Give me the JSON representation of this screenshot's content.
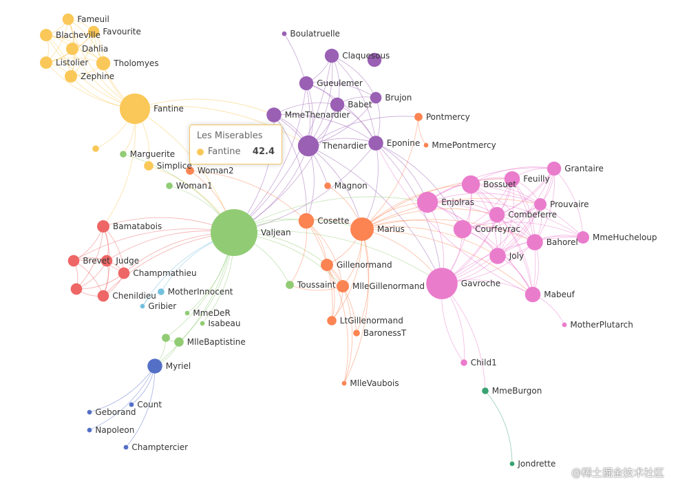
{
  "chart_data": {
    "type": "graph",
    "title": "",
    "colors": {
      "c0": "#91cc75",
      "c1": "#5470c6",
      "c2": "#fac858",
      "c3": "#ee6666",
      "c4": "#73c0de",
      "c5": "#9a60b4",
      "c6": "#fc8452",
      "c7": "#ea7ccc",
      "c8": "#3ba272"
    },
    "nodes": [
      {
        "name": "Fameuil",
        "c": "c2",
        "v": 6
      },
      {
        "name": "Favourite",
        "c": "c2",
        "v": 6
      },
      {
        "name": "Blacheville",
        "c": "c2",
        "v": 7
      },
      {
        "name": "Dahlia",
        "c": "c2",
        "v": 7
      },
      {
        "name": "Listolier",
        "c": "c2",
        "v": 7
      },
      {
        "name": "Tholomyes",
        "c": "c2",
        "v": 9
      },
      {
        "name": "Zephine",
        "c": "c2",
        "v": 7
      },
      {
        "name": "Fantine",
        "c": "c2",
        "v": 42.4
      },
      {
        "name": "Marguerite",
        "c": "c0",
        "v": 2
      },
      {
        "name": "Simplice",
        "c": "c2",
        "v": 4
      },
      {
        "name": "Woman2",
        "c": "c6",
        "v": 3
      },
      {
        "name": "Woman1",
        "c": "c0",
        "v": 2
      },
      {
        "name": "Boulatruelle",
        "c": "c5",
        "v": 1
      },
      {
        "name": "Claquesous",
        "c": "c5",
        "v": 9
      },
      {
        "name": "Gueulemer",
        "c": "c5",
        "v": 9
      },
      {
        "name": "Babet",
        "c": "c5",
        "v": 9
      },
      {
        "name": "Brujon",
        "c": "c5",
        "v": 6
      },
      {
        "name": "MmeThenardier",
        "c": "c5",
        "v": 10
      },
      {
        "name": "Thenardier",
        "c": "c5",
        "v": 20
      },
      {
        "name": "Eponine",
        "c": "c5",
        "v": 10
      },
      {
        "name": "Pontmercy",
        "c": "c6",
        "v": 3
      },
      {
        "name": "MmePontmercy",
        "c": "c6",
        "v": 1
      },
      {
        "name": "Magnon",
        "c": "c6",
        "v": 2
      },
      {
        "name": "Bamatabois",
        "c": "c3",
        "v": 7
      },
      {
        "name": "Valjean",
        "c": "c0",
        "v": 100
      },
      {
        "name": "Cosette",
        "c": "c6",
        "v": 11
      },
      {
        "name": "Marius",
        "c": "c6",
        "v": 25
      },
      {
        "name": "Brevet",
        "c": "c3",
        "v": 6
      },
      {
        "name": "Judge",
        "c": "c3",
        "v": 6
      },
      {
        "name": "Champmathieu",
        "c": "c3",
        "v": 6
      },
      {
        "name": "Chenildieu",
        "c": "c3",
        "v": 6
      },
      {
        "name": "MotherInnocent",
        "c": "c4",
        "v": 2
      },
      {
        "name": "Gribier",
        "c": "c4",
        "v": 1
      },
      {
        "name": "Gillenormand",
        "c": "c6",
        "v": 7
      },
      {
        "name": "Toussaint",
        "c": "c0",
        "v": 3
      },
      {
        "name": "MlleGillenormand",
        "c": "c6",
        "v": 7
      },
      {
        "name": "LtGillenormand",
        "c": "c6",
        "v": 4
      },
      {
        "name": "BaronessT",
        "c": "c6",
        "v": 2
      },
      {
        "name": "MlleVaubois",
        "c": "c6",
        "v": 1
      },
      {
        "name": "MmeDeR",
        "c": "c0",
        "v": 1
      },
      {
        "name": "Isabeau",
        "c": "c0",
        "v": 1
      },
      {
        "name": "MlleBaptistine",
        "c": "c0",
        "v": 4
      },
      {
        "name": "Myriel",
        "c": "c1",
        "v": 10
      },
      {
        "name": "Count",
        "c": "c1",
        "v": 1
      },
      {
        "name": "Geborand",
        "c": "c1",
        "v": 1
      },
      {
        "name": "Napoleon",
        "c": "c1",
        "v": 1
      },
      {
        "name": "Champtercier",
        "c": "c1",
        "v": 1
      },
      {
        "name": "Enjolras",
        "c": "c7",
        "v": 20
      },
      {
        "name": "Bossuet",
        "c": "c7",
        "v": 15
      },
      {
        "name": "Feuilly",
        "c": "c7",
        "v": 11
      },
      {
        "name": "Grantaire",
        "c": "c7",
        "v": 9
      },
      {
        "name": "Prouvaire",
        "c": "c7",
        "v": 7
      },
      {
        "name": "Combeferre",
        "c": "c7",
        "v": 11
      },
      {
        "name": "Courfeyrac",
        "c": "c7",
        "v": 15
      },
      {
        "name": "Bahorel",
        "c": "c7",
        "v": 12
      },
      {
        "name": "MmeHucheloup",
        "c": "c7",
        "v": 7
      },
      {
        "name": "Joly",
        "c": "c7",
        "v": 12
      },
      {
        "name": "Gavroche",
        "c": "c7",
        "v": 45
      },
      {
        "name": "Mabeuf",
        "c": "c7",
        "v": 11
      },
      {
        "name": "MotherPlutarch",
        "c": "c7",
        "v": 1
      },
      {
        "name": "Child1",
        "c": "c7",
        "v": 2
      },
      {
        "name": "MmeBurgon",
        "c": "c8",
        "v": 2
      },
      {
        "name": "Jondrette",
        "c": "c8",
        "v": 1
      },
      {
        "name": "",
        "c": "c2",
        "v": 2
      },
      {
        "name": "",
        "c": "c5",
        "v": 9
      },
      {
        "name": "",
        "c": "c3",
        "v": 6
      },
      {
        "name": "",
        "c": "c0",
        "v": 3
      }
    ],
    "links": [
      [
        "Fameuil",
        "Favourite"
      ],
      [
        "Fameuil",
        "Blacheville"
      ],
      [
        "Fameuil",
        "Dahlia"
      ],
      [
        "Fameuil",
        "Listolier"
      ],
      [
        "Fameuil",
        "Tholomyes"
      ],
      [
        "Fameuil",
        "Zephine"
      ],
      [
        "Favourite",
        "Blacheville"
      ],
      [
        "Favourite",
        "Dahlia"
      ],
      [
        "Favourite",
        "Listolier"
      ],
      [
        "Favourite",
        "Tholomyes"
      ],
      [
        "Favourite",
        "Zephine"
      ],
      [
        "Blacheville",
        "Dahlia"
      ],
      [
        "Blacheville",
        "Listolier"
      ],
      [
        "Blacheville",
        "Tholomyes"
      ],
      [
        "Blacheville",
        "Zephine"
      ],
      [
        "Dahlia",
        "Listolier"
      ],
      [
        "Dahlia",
        "Tholomyes"
      ],
      [
        "Dahlia",
        "Zephine"
      ],
      [
        "Listolier",
        "Tholomyes"
      ],
      [
        "Listolier",
        "Zephine"
      ],
      [
        "Tholomyes",
        "Zephine"
      ],
      [
        "Fantine",
        "Fameuil"
      ],
      [
        "Fantine",
        "Favourite"
      ],
      [
        "Fantine",
        "Blacheville"
      ],
      [
        "Fantine",
        "Dahlia"
      ],
      [
        "Fantine",
        "Listolier"
      ],
      [
        "Fantine",
        "Tholomyes"
      ],
      [
        "Fantine",
        "Zephine"
      ],
      [
        "Fantine",
        "Valjean"
      ],
      [
        "Fantine",
        "Marguerite"
      ],
      [
        "Fantine",
        "Simplice"
      ],
      [
        "Fantine",
        "MmeThenardier"
      ],
      [
        "Fantine",
        "Thenardier"
      ],
      [
        "Fantine",
        "Bamatabois"
      ],
      [
        "Fantine",
        ""
      ],
      [
        "Simplice",
        "Valjean"
      ],
      [
        "Woman2",
        "Valjean"
      ],
      [
        "Woman2",
        "Cosette"
      ],
      [
        "Woman1",
        "Valjean"
      ],
      [
        "Marguerite",
        "Valjean"
      ],
      [
        "Boulatruelle",
        "Thenardier"
      ],
      [
        "Claquesous",
        "Thenardier"
      ],
      [
        "Claquesous",
        "Gueulemer"
      ],
      [
        "Claquesous",
        "Babet"
      ],
      [
        "Claquesous",
        "Brujon"
      ],
      [
        "Claquesous",
        "Eponine"
      ],
      [
        "Claquesous",
        "Valjean"
      ],
      [
        "Gueulemer",
        "Babet"
      ],
      [
        "Gueulemer",
        "Thenardier"
      ],
      [
        "Gueulemer",
        "Brujon"
      ],
      [
        "Gueulemer",
        "Valjean"
      ],
      [
        "Gueulemer",
        "Eponine"
      ],
      [
        "Babet",
        "Thenardier"
      ],
      [
        "Babet",
        "Brujon"
      ],
      [
        "Babet",
        "Valjean"
      ],
      [
        "Babet",
        "Eponine"
      ],
      [
        "Brujon",
        "Thenardier"
      ],
      [
        "Brujon",
        "Eponine"
      ],
      [
        "MmeThenardier",
        "Thenardier"
      ],
      [
        "MmeThenardier",
        "Valjean"
      ],
      [
        "MmeThenardier",
        "Cosette"
      ],
      [
        "MmeThenardier",
        "Eponine"
      ],
      [
        "MmeThenardier",
        "Babet"
      ],
      [
        "MmeThenardier",
        "Magnon"
      ],
      [
        "Thenardier",
        "Valjean"
      ],
      [
        "Thenardier",
        "Cosette"
      ],
      [
        "Thenardier",
        "Marius"
      ],
      [
        "Thenardier",
        "Eponine"
      ],
      [
        "Thenardier",
        "Gavroche"
      ],
      [
        "Thenardier",
        "Pontmercy"
      ],
      [
        "Eponine",
        "Marius"
      ],
      [
        "Eponine",
        "Valjean"
      ],
      [
        "Eponine",
        "Courfeyrac"
      ],
      [
        "Eponine",
        "Gavroche"
      ],
      [
        "Eponine",
        "Enjolras"
      ],
      [
        "Pontmercy",
        "Marius"
      ],
      [
        "MmePontmercy",
        "Pontmercy"
      ],
      [
        "Magnon",
        "Marius"
      ],
      [
        "Bamatabois",
        "Valjean"
      ],
      [
        "Bamatabois",
        "Brevet"
      ],
      [
        "Bamatabois",
        "Judge"
      ],
      [
        "Bamatabois",
        "Champmathieu"
      ],
      [
        "Bamatabois",
        "Chenildieu"
      ],
      [
        "Bamatabois",
        ""
      ],
      [
        "Brevet",
        "Judge"
      ],
      [
        "Brevet",
        "Champmathieu"
      ],
      [
        "Brevet",
        "Chenildieu"
      ],
      [
        "Brevet",
        "Valjean"
      ],
      [
        "Brevet",
        ""
      ],
      [
        "Judge",
        "Champmathieu"
      ],
      [
        "Judge",
        "Chenildieu"
      ],
      [
        "Judge",
        "Valjean"
      ],
      [
        "Judge",
        ""
      ],
      [
        "Champmathieu",
        "Chenildieu"
      ],
      [
        "Champmathieu",
        "Valjean"
      ],
      [
        "Champmathieu",
        ""
      ],
      [
        "Chenildieu",
        "Valjean"
      ],
      [
        "Chenildieu",
        ""
      ],
      [
        "MotherInnocent",
        "Valjean"
      ],
      [
        "Gribier",
        "MotherInnocent"
      ],
      [
        "Gribier",
        "Valjean"
      ],
      [
        "Valjean",
        "Cosette"
      ],
      [
        "Valjean",
        "Marius"
      ],
      [
        "Valjean",
        "Toussaint"
      ],
      [
        "Valjean",
        "MlleGillenormand"
      ],
      [
        "Valjean",
        "Gillenormand"
      ],
      [
        "Valjean",
        "Gavroche"
      ],
      [
        "Valjean",
        "Enjolras"
      ],
      [
        "Valjean",
        "MmeDeR"
      ],
      [
        "Valjean",
        "Isabeau"
      ],
      [
        "Valjean",
        "MlleBaptistine"
      ],
      [
        "Valjean",
        "Myriel"
      ],
      [
        "Valjean",
        ""
      ],
      [
        "Cosette",
        "Marius"
      ],
      [
        "Cosette",
        "Toussaint"
      ],
      [
        "Cosette",
        "Gillenormand"
      ],
      [
        "Cosette",
        "MlleGillenormand"
      ],
      [
        "Cosette",
        "LtGillenormand"
      ],
      [
        "Marius",
        "Gillenormand"
      ],
      [
        "Marius",
        "MlleGillenormand"
      ],
      [
        "Marius",
        "LtGillenormand"
      ],
      [
        "Marius",
        "BaronessT"
      ],
      [
        "Marius",
        "MlleVaubois"
      ],
      [
        "Marius",
        "Enjolras"
      ],
      [
        "Marius",
        "Courfeyrac"
      ],
      [
        "Marius",
        "Combeferre"
      ],
      [
        "Marius",
        "Feuilly"
      ],
      [
        "Marius",
        "Bossuet"
      ],
      [
        "Marius",
        "Joly"
      ],
      [
        "Marius",
        "Bahorel"
      ],
      [
        "Marius",
        "Gavroche"
      ],
      [
        "Marius",
        "Mabeuf"
      ],
      [
        "Marius",
        "Prouvaire"
      ],
      [
        "Gillenormand",
        "MlleGillenormand"
      ],
      [
        "Gillenormand",
        "LtGillenormand"
      ],
      [
        "Gillenormand",
        "BaronessT"
      ],
      [
        "Gillenormand",
        "MlleVaubois"
      ],
      [
        "MlleGillenormand",
        "LtGillenormand"
      ],
      [
        "MlleGillenormand",
        "MlleVaubois"
      ],
      [
        "MlleGillenormand",
        "Toussaint"
      ],
      [
        "MlleBaptistine",
        "Myriel"
      ],
      [
        "MlleBaptistine",
        ""
      ],
      [
        "",
        "Myriel"
      ],
      [
        "Myriel",
        "Count"
      ],
      [
        "Myriel",
        "Geborand"
      ],
      [
        "Myriel",
        "Napoleon"
      ],
      [
        "Myriel",
        "Champtercier"
      ],
      [
        "Enjolras",
        "Bossuet"
      ],
      [
        "Enjolras",
        "Feuilly"
      ],
      [
        "Enjolras",
        "Grantaire"
      ],
      [
        "Enjolras",
        "Prouvaire"
      ],
      [
        "Enjolras",
        "Combeferre"
      ],
      [
        "Enjolras",
        "Courfeyrac"
      ],
      [
        "Enjolras",
        "Bahorel"
      ],
      [
        "Enjolras",
        "Joly"
      ],
      [
        "Enjolras",
        "Gavroche"
      ],
      [
        "Enjolras",
        "Mabeuf"
      ],
      [
        "Enjolras",
        "MmeHucheloup"
      ],
      [
        "Bossuet",
        "Feuilly"
      ],
      [
        "Bossuet",
        "Grantaire"
      ],
      [
        "Bossuet",
        "Prouvaire"
      ],
      [
        "Bossuet",
        "Combeferre"
      ],
      [
        "Bossuet",
        "Courfeyrac"
      ],
      [
        "Bossuet",
        "Bahorel"
      ],
      [
        "Bossuet",
        "Joly"
      ],
      [
        "Bossuet",
        "Gavroche"
      ],
      [
        "Bossuet",
        "Mabeuf"
      ],
      [
        "Bossuet",
        "MmeHucheloup"
      ],
      [
        "Feuilly",
        "Grantaire"
      ],
      [
        "Feuilly",
        "Prouvaire"
      ],
      [
        "Feuilly",
        "Combeferre"
      ],
      [
        "Feuilly",
        "Courfeyrac"
      ],
      [
        "Feuilly",
        "Bahorel"
      ],
      [
        "Feuilly",
        "Joly"
      ],
      [
        "Feuilly",
        "Gavroche"
      ],
      [
        "Feuilly",
        "Mabeuf"
      ],
      [
        "Grantaire",
        "Prouvaire"
      ],
      [
        "Grantaire",
        "Combeferre"
      ],
      [
        "Grantaire",
        "Courfeyrac"
      ],
      [
        "Grantaire",
        "Bahorel"
      ],
      [
        "Grantaire",
        "Joly"
      ],
      [
        "Grantaire",
        "Gavroche"
      ],
      [
        "Grantaire",
        "MmeHucheloup"
      ],
      [
        "Prouvaire",
        "Combeferre"
      ],
      [
        "Prouvaire",
        "Courfeyrac"
      ],
      [
        "Prouvaire",
        "Bahorel"
      ],
      [
        "Prouvaire",
        "Joly"
      ],
      [
        "Prouvaire",
        "Gavroche"
      ],
      [
        "Combeferre",
        "Courfeyrac"
      ],
      [
        "Combeferre",
        "Bahorel"
      ],
      [
        "Combeferre",
        "Joly"
      ],
      [
        "Combeferre",
        "Gavroche"
      ],
      [
        "Combeferre",
        "Mabeuf"
      ],
      [
        "Courfeyrac",
        "Bahorel"
      ],
      [
        "Courfeyrac",
        "Joly"
      ],
      [
        "Courfeyrac",
        "Gavroche"
      ],
      [
        "Courfeyrac",
        "Mabeuf"
      ],
      [
        "Courfeyrac",
        "MmeHucheloup"
      ],
      [
        "Bahorel",
        "Joly"
      ],
      [
        "Bahorel",
        "Gavroche"
      ],
      [
        "Bahorel",
        "Mabeuf"
      ],
      [
        "Bahorel",
        "MmeHucheloup"
      ],
      [
        "Joly",
        "Gavroche"
      ],
      [
        "Joly",
        "Mabeuf"
      ],
      [
        "Joly",
        "MmeHucheloup"
      ],
      [
        "Gavroche",
        "Mabeuf"
      ],
      [
        "Gavroche",
        "Child1"
      ],
      [
        "Gavroche",
        "MmeBurgon"
      ],
      [
        "Gavroche",
        "MmeHucheloup"
      ],
      [
        "Mabeuf",
        "MotherPlutarch"
      ],
      [
        "Mabeuf",
        "Eponine"
      ],
      [
        "Child1",
        "Gavroche"
      ],
      [
        "MmeBurgon",
        "Jondrette"
      ]
    ]
  },
  "tooltip": {
    "title": "Les Miserables",
    "series_name": "Fantine",
    "value": "42.4",
    "color": "#fac858"
  },
  "watermark": "@稀土掘金技术社区"
}
